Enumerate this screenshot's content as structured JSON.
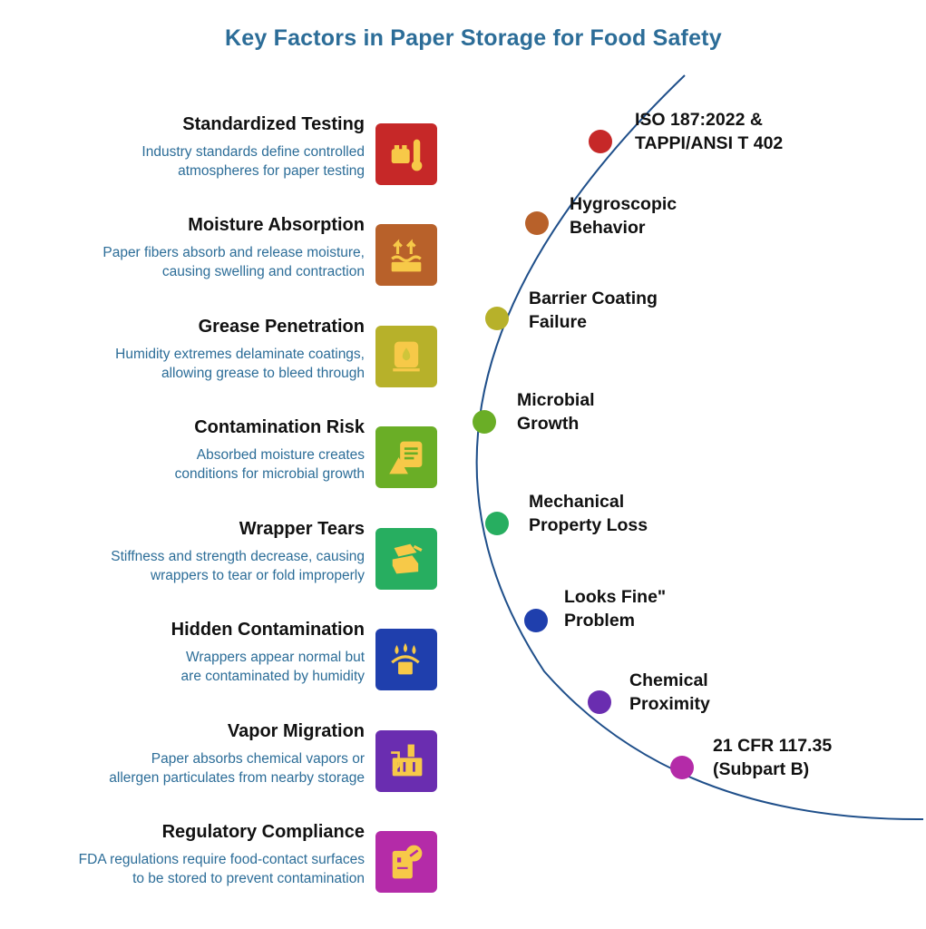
{
  "title": "Key Factors in Paper Storage for Food Safety",
  "colors": {
    "title": "#2c6d98",
    "arc": "#1f4f8a",
    "description": "#2c6d98",
    "steps": [
      "#c62828",
      "#b8612a",
      "#b7b12a",
      "#6aae26",
      "#27ae60",
      "#1f3fad",
      "#6a2db0",
      "#b42ba8"
    ],
    "icon": "#f7c948"
  },
  "factors": [
    {
      "title": "Standardized Testing",
      "desc": [
        "Industry standards define controlled",
        "atmospheres for paper testing"
      ],
      "icon": "battery-thermometer-icon",
      "label": [
        "ISO 187:2022 &",
        "TAPPI/ANSI T 402"
      ]
    },
    {
      "title": "Moisture Absorption",
      "desc": [
        "Paper fibers absorb and release moisture,",
        "causing swelling and contraction"
      ],
      "icon": "water-evaporation-icon",
      "label": [
        "Hygroscopic",
        "Behavior"
      ]
    },
    {
      "title": "Grease Penetration",
      "desc": [
        "Humidity extremes delaminate coatings,",
        "allowing grease to bleed through"
      ],
      "icon": "grease-drop-paper-icon",
      "label": [
        "Barrier Coating",
        "Failure"
      ]
    },
    {
      "title": "Contamination Risk",
      "desc": [
        "Absorbed moisture creates",
        "conditions for microbial growth"
      ],
      "icon": "document-warning-icon",
      "label": [
        "Microbial",
        "Growth"
      ]
    },
    {
      "title": "Wrapper Tears",
      "desc": [
        "Stiffness and strength decrease, causing",
        "wrappers to tear or fold improperly"
      ],
      "icon": "torn-wrapper-icon",
      "label": [
        "Mechanical",
        "Property Loss"
      ]
    },
    {
      "title": "Hidden Contamination",
      "desc": [
        "Wrappers appear normal but",
        "are contaminated by humidity"
      ],
      "icon": "humidity-package-icon",
      "label": [
        "Looks Fine\"",
        "Problem"
      ]
    },
    {
      "title": "Vapor Migration",
      "desc": [
        "Paper absorbs chemical vapors or",
        "allergen particulates from nearby storage"
      ],
      "icon": "chemical-factory-icon",
      "label": [
        "Chemical",
        "Proximity"
      ]
    },
    {
      "title": "Regulatory Compliance",
      "desc": [
        "FDA regulations require food-contact surfaces",
        "to be stored to prevent contamination"
      ],
      "icon": "regulation-document-icon",
      "label": [
        "21 CFR 117.35",
        "(Subpart B)"
      ]
    }
  ]
}
